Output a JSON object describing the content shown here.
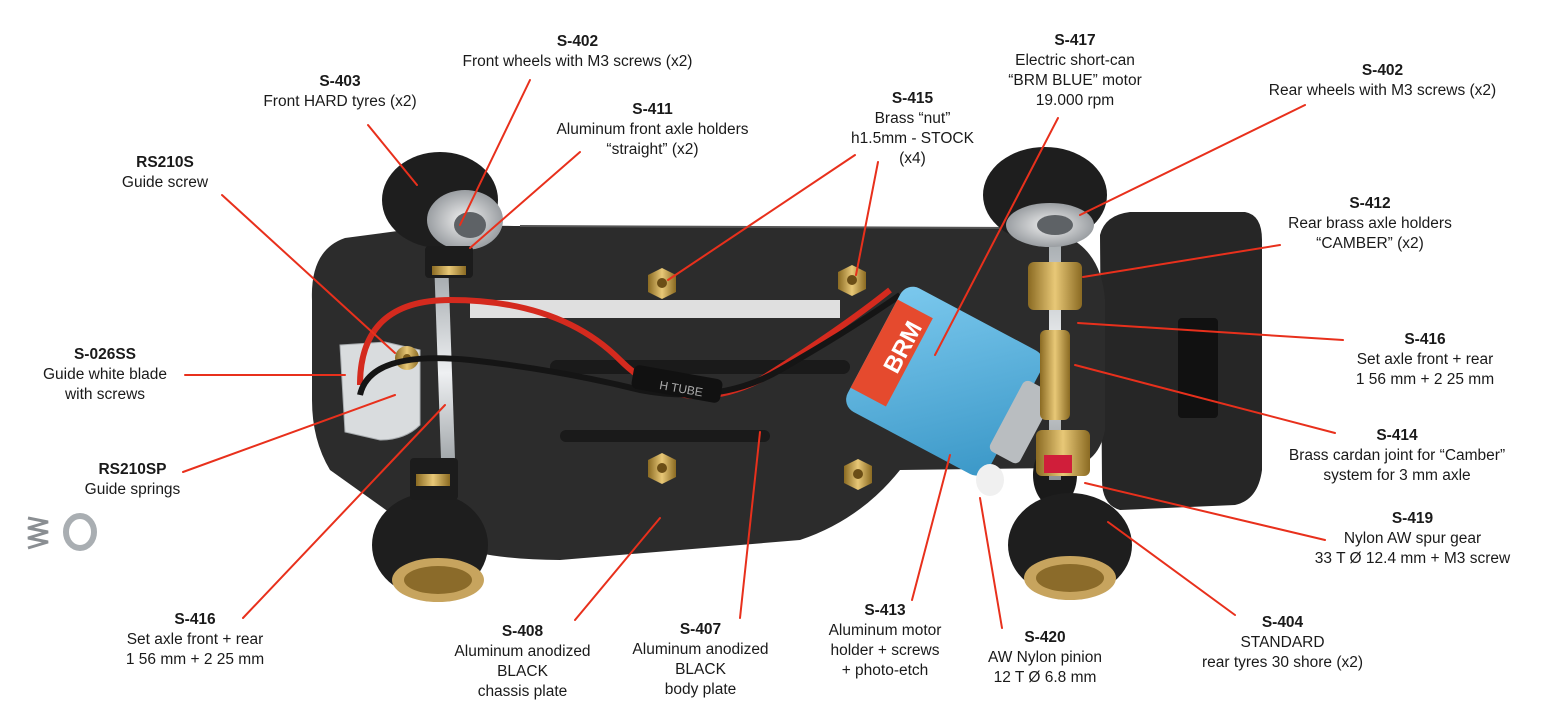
{
  "callouts": [
    {
      "key": "s402f",
      "code": "S-402",
      "lines": [
        "Front wheels with M3 screws (x2)"
      ]
    },
    {
      "key": "s403",
      "code": "S-403",
      "lines": [
        "Front HARD tyres (x2)"
      ]
    },
    {
      "key": "s411",
      "code": "S-411",
      "lines": [
        "Aluminum front axle holders",
        "“straight” (x2)"
      ]
    },
    {
      "key": "rs210s",
      "code": "RS210S",
      "lines": [
        "Guide screw"
      ]
    },
    {
      "key": "s415",
      "code": "S-415",
      "lines": [
        "Brass “nut”",
        "h1.5mm - STOCK",
        "(x4)"
      ]
    },
    {
      "key": "s417",
      "code": "S-417",
      "lines": [
        "Electric short-can",
        "“BRM BLUE” motor",
        "19.000 rpm"
      ]
    },
    {
      "key": "s402r",
      "code": "S-402",
      "lines": [
        "Rear wheels with M3 screws (x2)"
      ]
    },
    {
      "key": "s412",
      "code": "S-412",
      "lines": [
        "Rear brass axle holders",
        "“CAMBER” (x2)"
      ]
    },
    {
      "key": "s026ss",
      "code": "S-026SS",
      "lines": [
        "Guide white blade",
        "with screws"
      ]
    },
    {
      "key": "s416r",
      "code": "S-416",
      "lines": [
        "Set axle front + rear",
        "1 56 mm + 2 25 mm"
      ]
    },
    {
      "key": "s414",
      "code": "S-414",
      "lines": [
        "Brass cardan joint for “Camber”",
        "system for 3 mm axle"
      ]
    },
    {
      "key": "rs210sp",
      "code": "RS210SP",
      "lines": [
        "Guide springs"
      ]
    },
    {
      "key": "s419",
      "code": "S-419",
      "lines": [
        "Nylon AW spur gear",
        "33 T Ø 12.4 mm + M3 screw"
      ]
    },
    {
      "key": "s416f",
      "code": "S-416",
      "lines": [
        "Set axle front + rear",
        "1 56 mm + 2 25 mm"
      ]
    },
    {
      "key": "s408",
      "code": "S-408",
      "lines": [
        "Aluminum anodized",
        "BLACK",
        "chassis plate"
      ]
    },
    {
      "key": "s407",
      "code": "S-407",
      "lines": [
        "Aluminum anodized",
        "BLACK",
        "body plate"
      ]
    },
    {
      "key": "s413",
      "code": "S-413",
      "lines": [
        "Aluminum motor",
        "holder + screws",
        "+ photo-etch"
      ]
    },
    {
      "key": "s420",
      "code": "S-420",
      "lines": [
        "AW Nylon pinion",
        "12 T Ø 6.8 mm"
      ]
    },
    {
      "key": "s404",
      "code": "S-404",
      "lines": [
        "STANDARD",
        "rear tyres 30 shore (x2)"
      ]
    }
  ],
  "motor_brand": "BRM",
  "wire_print": "H TUBE",
  "colors": {
    "leader": "#e8301c",
    "chassis": "#2a2a2a",
    "motor": "#4aaed9",
    "brass": "#c9a14a",
    "wire_red": "#d42a1e"
  }
}
